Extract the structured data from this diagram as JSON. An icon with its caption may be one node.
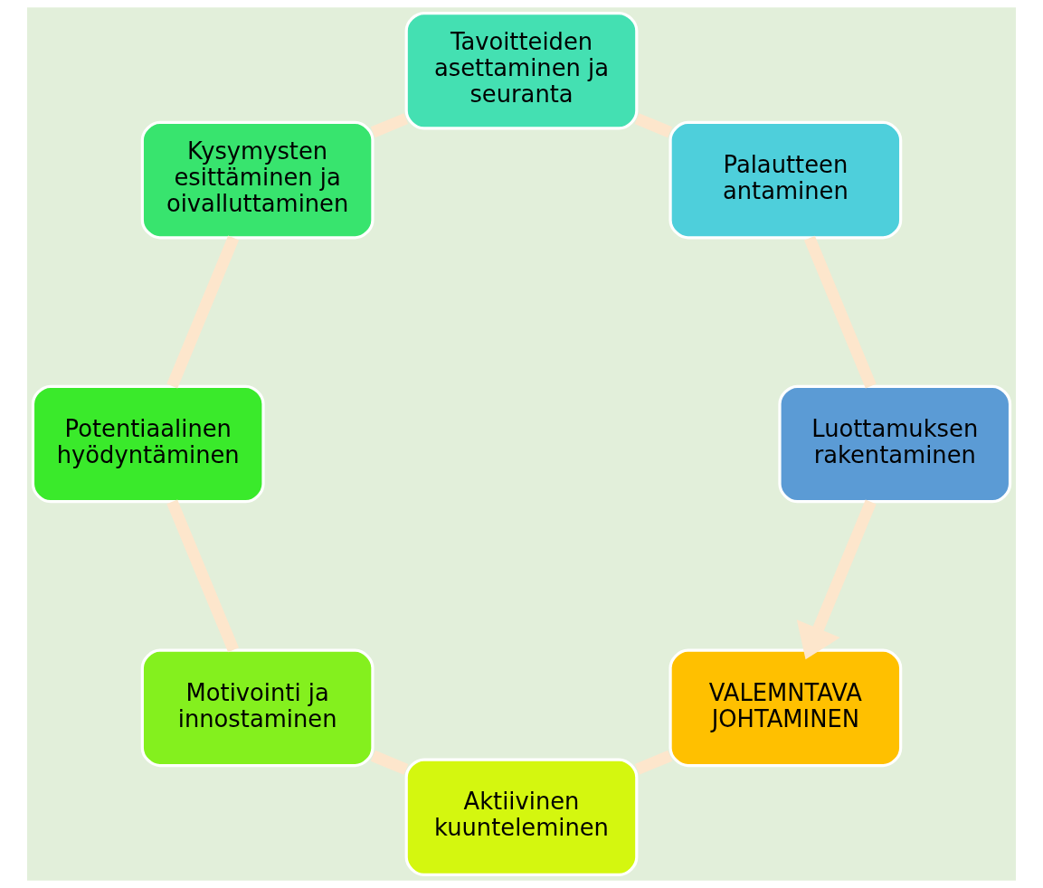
{
  "diagram": {
    "nodes": [
      {
        "text": [
          "VALEMNTAVA JOHTAMINEN"
        ]
      },
      {
        "text": [
          "Aktiivinen kuunteleminen"
        ]
      },
      {
        "text": [
          "Motivointi ja innostaminen"
        ]
      },
      {
        "text": [
          "Potentiaalinen hyödyntäminen"
        ]
      },
      {
        "text": [
          "Kysymysten esittäminen ja oivalluttaminen"
        ]
      },
      {
        "text": [
          "Tavoitteiden asettaminen ja seuranta"
        ]
      },
      {
        "text": [
          "Palautteen antaminen"
        ]
      },
      {
        "text": [
          "Luottamuksen rakentaminen"
        ]
      }
    ],
    "edges": [
      {
        "from": 0,
        "to": 1,
        "arrow": "none"
      },
      {
        "from": 1,
        "to": 2,
        "arrow": "none"
      },
      {
        "from": 2,
        "to": 3,
        "arrow": "none"
      },
      {
        "from": 3,
        "to": 4,
        "arrow": "none"
      },
      {
        "from": 4,
        "to": 5,
        "arrow": "none"
      },
      {
        "from": 5,
        "to": 6,
        "arrow": "none"
      },
      {
        "from": 6,
        "to": 7,
        "arrow": "none"
      },
      {
        "from": 7,
        "to": 0,
        "arrow": "to"
      }
    ]
  }
}
